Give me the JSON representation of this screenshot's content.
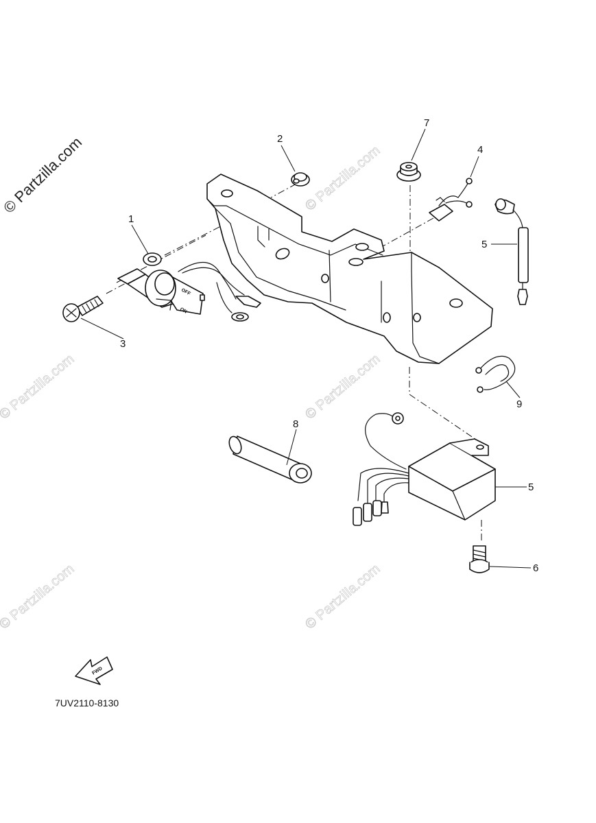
{
  "watermark": {
    "text": "© Partzilla.com",
    "primary_text": "© Partzilla.com"
  },
  "callouts": {
    "c1": "1",
    "c2": "2",
    "c3": "3",
    "c4": "4",
    "c5a": "5",
    "c5b": "5",
    "c6": "6",
    "c7": "7",
    "c8": "8",
    "c9": "9"
  },
  "switch_labels": {
    "off": "OFF",
    "on": "ON"
  },
  "fwd_label": "FWD",
  "diagram_code": "7UV2110-8130"
}
